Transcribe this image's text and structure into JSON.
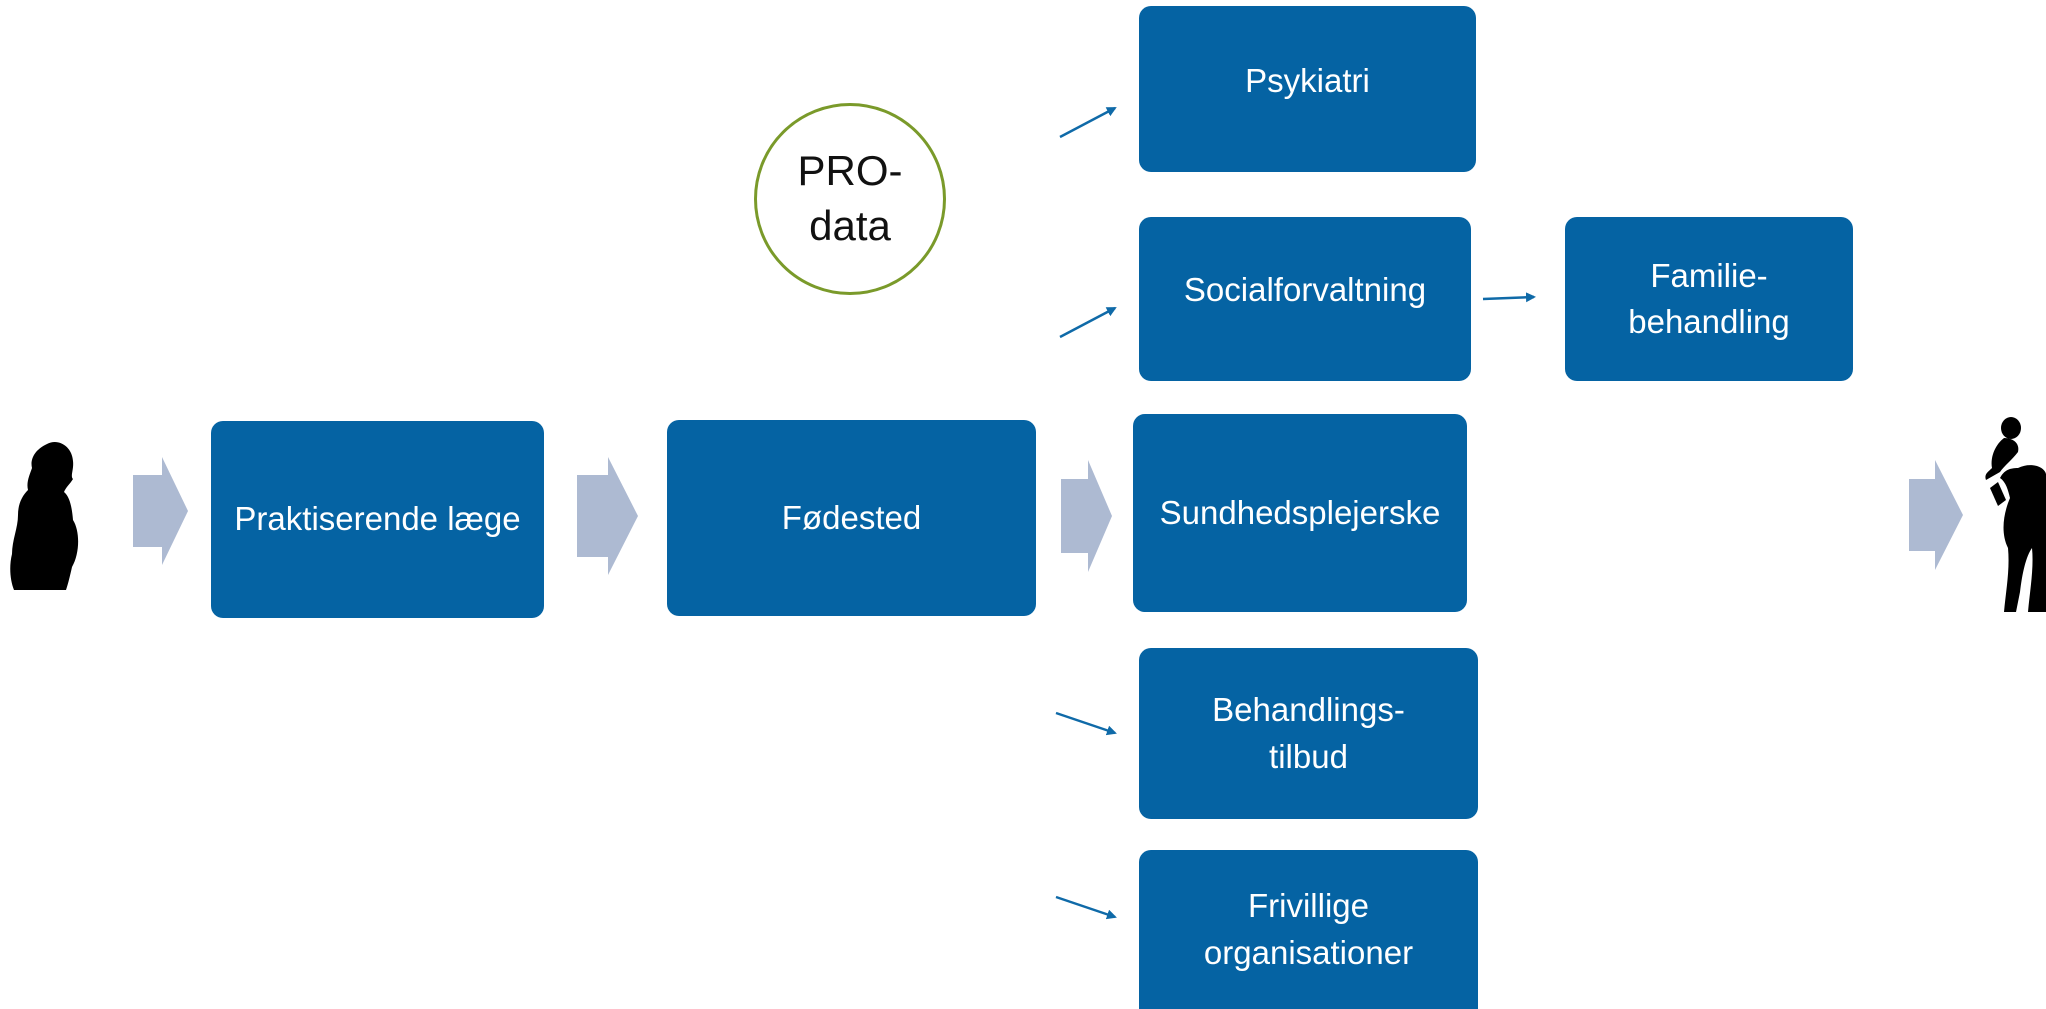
{
  "nodes": {
    "praktiserende_laege": "Praktiserende læge",
    "foedested": "Fødested",
    "psykiatri": "Psykiatri",
    "socialforvaltning": "Socialforvaltning",
    "familiebehandling": "Familie-\nbehandling",
    "sundhedsplejerske": "Sundhedsplejerske",
    "behandlingstilbud": "Behandlings-\ntilbud",
    "frivillige": "Frivillige\norganisationer"
  },
  "pro_data": "PRO-\ndata",
  "colors": {
    "box": "#0563a3",
    "big_arrow": "#adbad2",
    "thin_arrow": "#0f6aa8",
    "circle_border": "#7a9a2a",
    "silhouette": "#000000"
  },
  "icons": {
    "start": "pregnant-woman-icon",
    "end": "mother-lifting-baby-icon"
  }
}
